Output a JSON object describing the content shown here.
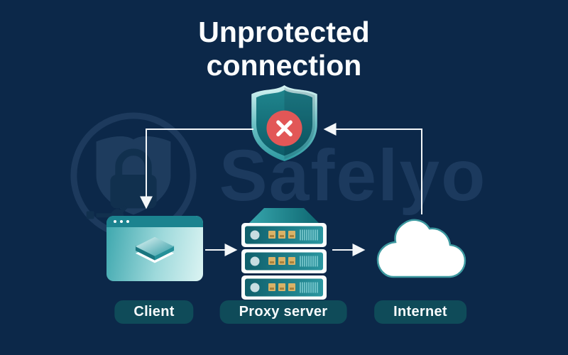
{
  "title": "Unprotected connection",
  "watermark": {
    "brand": "Safelyo"
  },
  "diagram": {
    "shield": {
      "name": "blocked-shield",
      "status": "blocked"
    },
    "nodes": [
      {
        "id": "client",
        "label": "Client"
      },
      {
        "id": "proxy",
        "label": "Proxy server"
      },
      {
        "id": "internet",
        "label": "Internet"
      }
    ],
    "flows": [
      {
        "from": "internet",
        "to": "shield"
      },
      {
        "from": "shield",
        "to": "client"
      },
      {
        "from": "client",
        "to": "proxy"
      },
      {
        "from": "proxy",
        "to": "internet"
      }
    ]
  },
  "icons": {
    "shield": "shield-blocked-icon",
    "blocked": "x-icon",
    "client": "browser-window-icon",
    "client_inner": "layers-stack-icon",
    "proxy": "server-rack-icon",
    "internet": "cloud-icon",
    "watermark": "shield-lock-logo-icon"
  },
  "colors": {
    "background": "#0C2849",
    "teal": "#1D7F8A",
    "teal_light": "#BFE7E8",
    "pill": "#0F4B59",
    "danger": "#E25757",
    "white": "#FFFFFF",
    "watermark": "#1C3A5E"
  }
}
